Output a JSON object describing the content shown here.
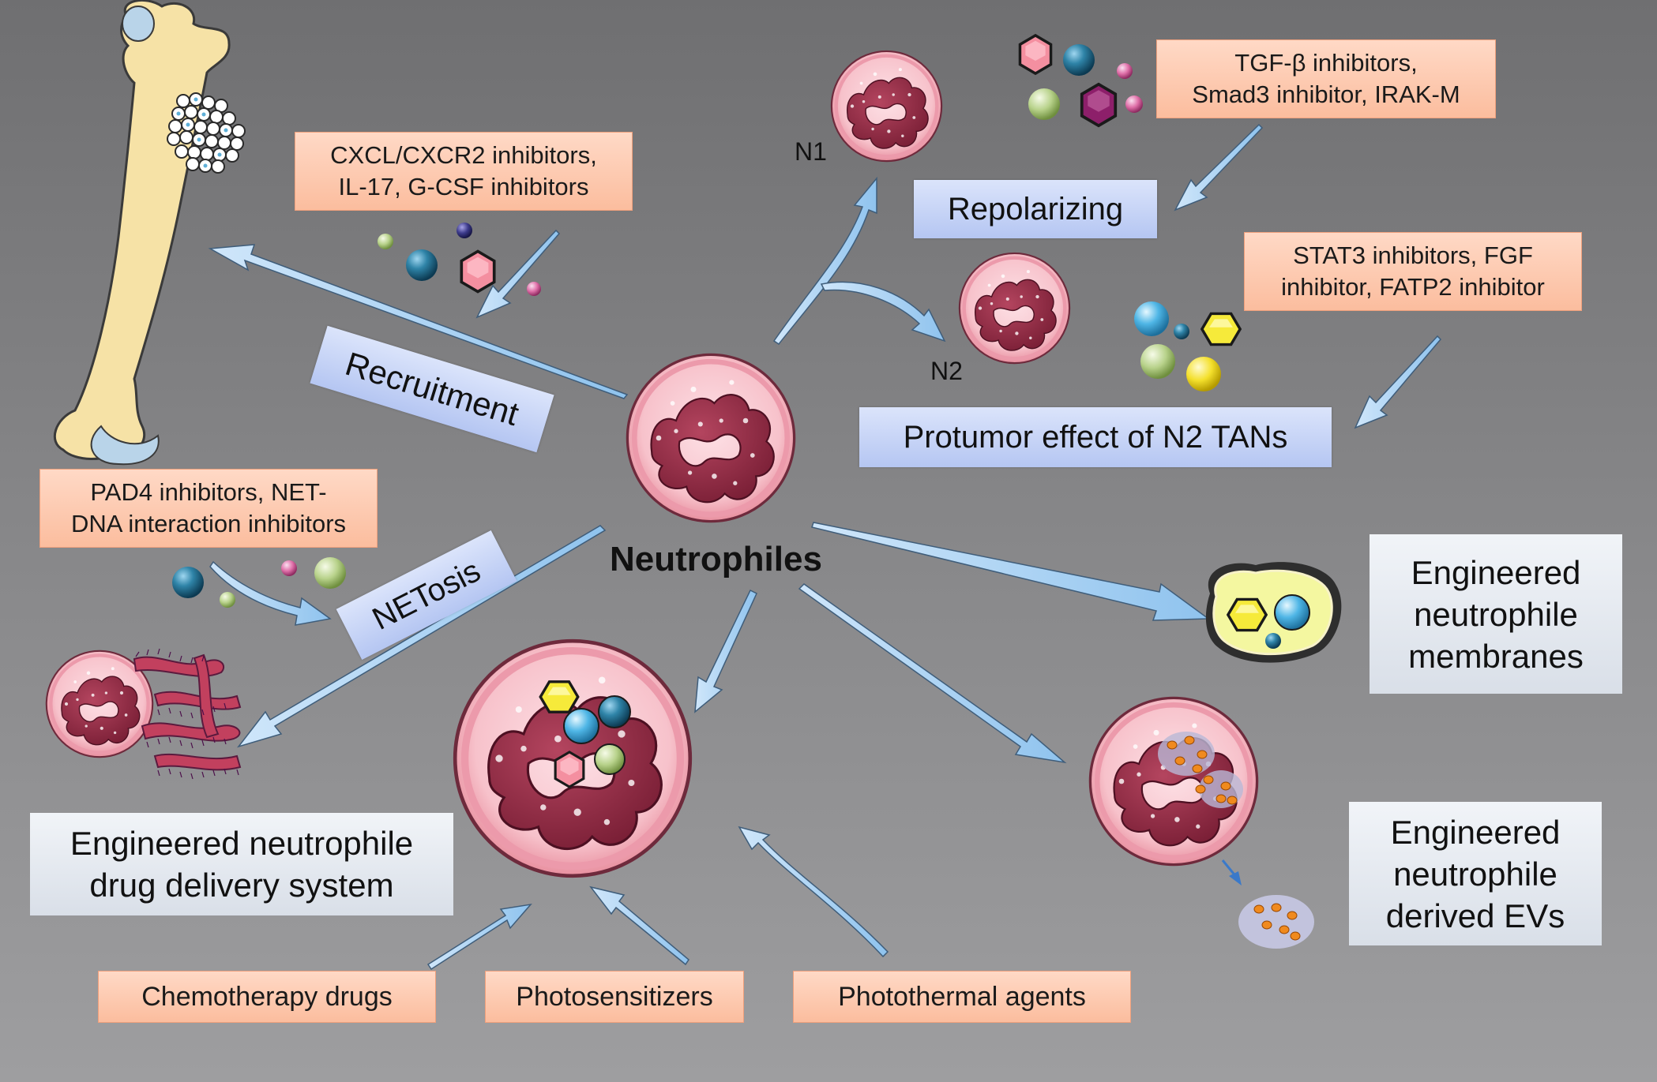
{
  "labels": {
    "center": "Neutrophiles",
    "n1": "N1",
    "n2": "N2",
    "repolarizing": "Repolarizing",
    "protumor": "Protumor effect of N2 TANs",
    "recruitment": "Recruitment",
    "netosis": "NETosis"
  },
  "boxes": {
    "cxcl": [
      "CXCL/CXCR2 inhibitors,",
      "IL-17, G-CSF inhibitors"
    ],
    "tgf": [
      "TGF-β inhibitors,",
      "Smad3 inhibitor, IRAK-M"
    ],
    "stat3": [
      "STAT3 inhibitors, FGF",
      "inhibitor, FATP2 inhibitor"
    ],
    "pad4": [
      "PAD4 inhibitors, NET-",
      "DNA interaction inhibitors"
    ],
    "chemo": "Chemotherapy drugs",
    "photosensitizers": "Photosensitizers",
    "photothermal": "Photothermal agents"
  },
  "panels": {
    "drug_delivery": [
      "Engineered neutrophile",
      "drug delivery system"
    ],
    "membranes": [
      "Engineered",
      "neutrophile",
      "membranes"
    ],
    "evs": [
      "Engineered",
      "neutrophile",
      "derived EVs"
    ]
  }
}
